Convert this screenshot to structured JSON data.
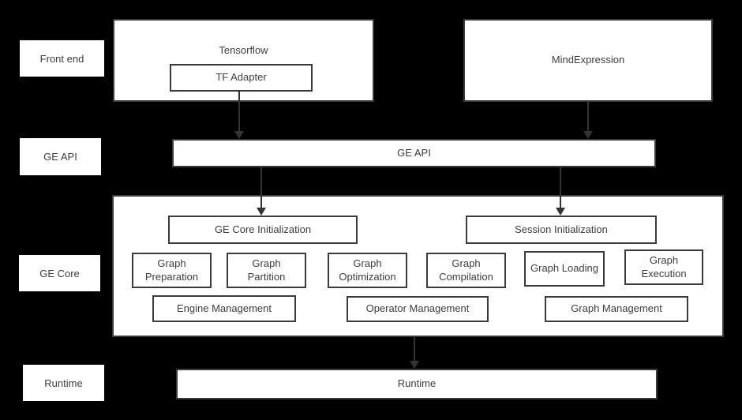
{
  "colors": {
    "background": "#000000",
    "box_background": "#ffffff",
    "box_border": "#3b3b3b",
    "text": "#3d3d3d",
    "arrow": "#333333"
  },
  "side_labels": {
    "front_end": "Front end",
    "ge_api": "GE API",
    "ge_core": "GE Core",
    "runtime": "Runtime"
  },
  "front_end": {
    "tensorflow_label": "Tensorflow",
    "tf_adapter_label": "TF Adapter",
    "mindexpression_label": "MindExpression"
  },
  "ge_api": {
    "bar_label": "GE API"
  },
  "ge_core": {
    "core_init_label": "GE Core Initialization",
    "session_init_label": "Session Initialization",
    "modules": [
      "Graph Preparation",
      "Graph Partition",
      "Graph Optimization",
      "Graph Compilation",
      "Graph Loading",
      "Graph Execution"
    ],
    "management": [
      "Engine Management",
      "Operator Management",
      "Graph Management"
    ]
  },
  "runtime": {
    "bar_label": "Runtime"
  }
}
